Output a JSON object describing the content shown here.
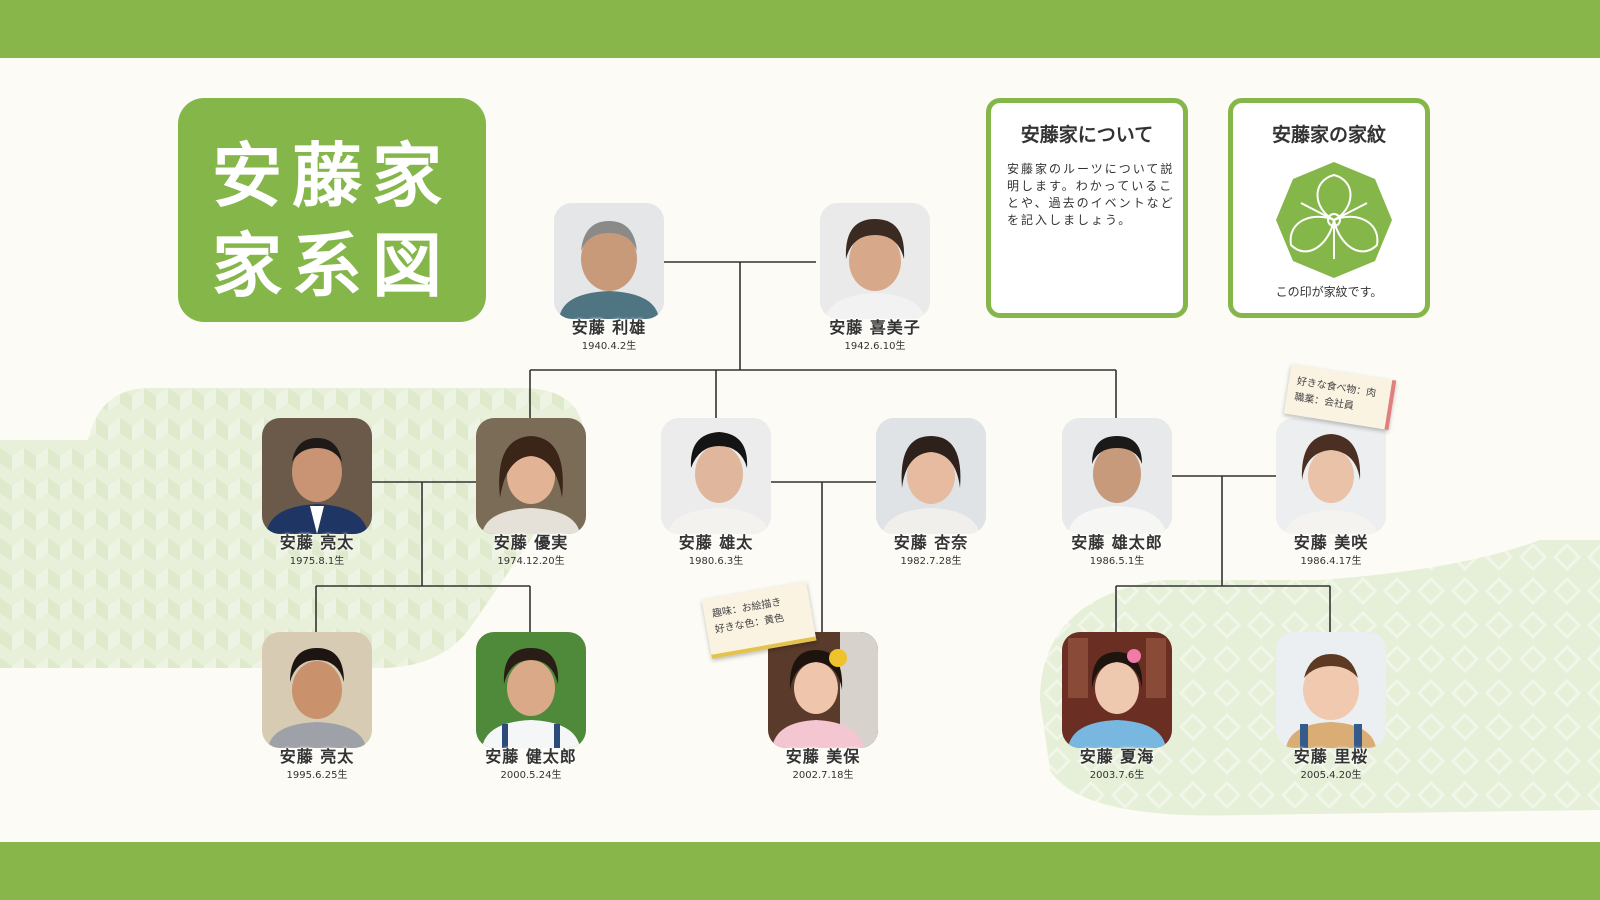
{
  "title": {
    "line1": "安藤家",
    "line2": "家系図"
  },
  "about": {
    "heading": "安藤家について",
    "body": "安藤家のルーツについて説明します。わかっていることや、過去のイベントなどを記入しましょう。"
  },
  "crest": {
    "heading": "安藤家の家紋",
    "caption": "この印が家紋です。"
  },
  "colors": {
    "accent": "#88b64a",
    "background": "#fcfbf5",
    "line": "#333333",
    "pattern": "#e6efd7"
  },
  "people": {
    "toshio": {
      "name": "安藤 利雄",
      "birth": "1940.4.2生"
    },
    "kimiko": {
      "name": "安藤 喜美子",
      "birth": "1942.6.10生"
    },
    "ryota": {
      "name": "安藤 亮太",
      "birth": "1975.8.1生"
    },
    "yumi": {
      "name": "安藤 優実",
      "birth": "1974.12.20生"
    },
    "yuta": {
      "name": "安藤 雄太",
      "birth": "1980.6.3生"
    },
    "anna": {
      "name": "安藤 杏奈",
      "birth": "1982.7.28生"
    },
    "yutaro": {
      "name": "安藤 雄太郎",
      "birth": "1986.5.1生"
    },
    "misaki": {
      "name": "安藤 美咲",
      "birth": "1986.4.17生"
    },
    "ryota2": {
      "name": "安藤 亮太",
      "birth": "1995.6.25生"
    },
    "kentaro": {
      "name": "安藤 健太郎",
      "birth": "2000.5.24生"
    },
    "miho": {
      "name": "安藤 美保",
      "birth": "2002.7.18生"
    },
    "natsumi": {
      "name": "安藤 夏海",
      "birth": "2003.7.6生"
    },
    "rio": {
      "name": "安藤 里桜",
      "birth": "2005.4.20生"
    }
  },
  "notes": {
    "misaki_note": {
      "line1": "好きな食べ物：肉",
      "line2": "職業：会社員"
    },
    "miho_note": {
      "line1": "趣味：お絵描き",
      "line2": "好きな色：黄色"
    }
  }
}
